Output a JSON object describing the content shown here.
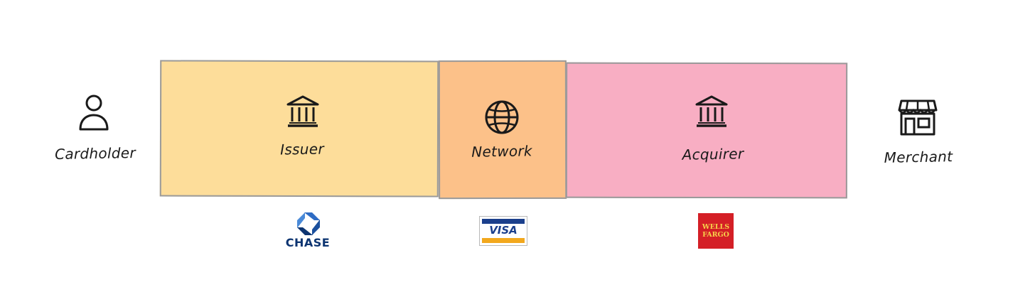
{
  "colors": {
    "issuer_fill": "#fddd9a",
    "network_fill": "#fcc189",
    "acquirer_fill": "#f8aec3",
    "border": "#9a9a9a",
    "icon_stroke": "#1a1a1a",
    "chase_blue": "#0c3471",
    "visa_blue": "#1b3f8c",
    "visa_gold": "#f2a81d",
    "wells_red": "#d41f26",
    "wells_gold": "#f6d24a"
  },
  "nodes": {
    "cardholder": {
      "label": "Cardholder",
      "icon": "person-icon"
    },
    "issuer": {
      "label": "Issuer",
      "icon": "bank-icon"
    },
    "network": {
      "label": "Network",
      "icon": "globe-icon"
    },
    "acquirer": {
      "label": "Acquirer",
      "icon": "bank-icon"
    },
    "merchant": {
      "label": "Merchant",
      "icon": "store-icon"
    }
  },
  "logos": {
    "chase": {
      "text": "CHASE"
    },
    "visa": {
      "text": "VISA"
    },
    "wells_fargo": {
      "line1": "WELLS",
      "line2": "FARGO"
    }
  }
}
